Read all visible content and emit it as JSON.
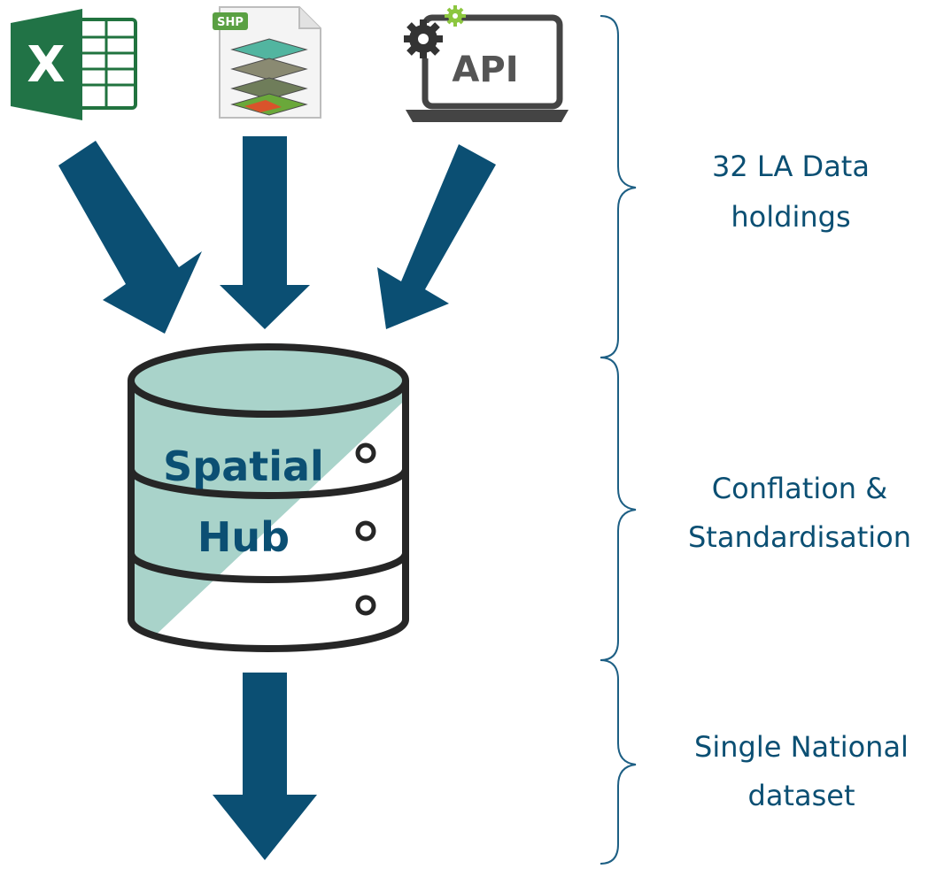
{
  "icons": {
    "excel": {
      "name": "excel-icon",
      "letter": "X"
    },
    "shapefile": {
      "name": "shapefile-icon",
      "tag": "SHP"
    },
    "api": {
      "name": "api-icon",
      "label": "API"
    }
  },
  "hub": {
    "line1": "Spatial",
    "line2": "Hub"
  },
  "stages": [
    {
      "line1": "32 LA Data",
      "line2": "holdings"
    },
    {
      "line1": "Conflation &",
      "line2": "Standardisation"
    },
    {
      "line1": "Single National",
      "line2": "dataset"
    }
  ],
  "colors": {
    "arrow": "#0b4f73",
    "text": "#0b4f73",
    "brace": "#1d5f84",
    "hub_fill": "#a9d3ca",
    "hub_outline": "#262626",
    "excel_green": "#217346",
    "api_green": "#8cc63f"
  }
}
